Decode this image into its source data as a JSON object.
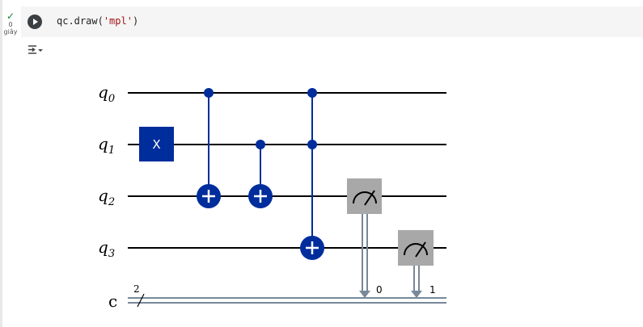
{
  "cell": {
    "status_icon": "check-icon",
    "exec_count": "0",
    "exec_unit": "giây",
    "code": {
      "obj": "qc",
      "method": ".draw(",
      "arg": "'mpl'",
      "close": ")"
    },
    "run_icon": "play-icon",
    "output_toggle_icon": "output-collapse-icon"
  },
  "circuit": {
    "qubit_labels": [
      {
        "base": "q",
        "sub": "0"
      },
      {
        "base": "q",
        "sub": "1"
      },
      {
        "base": "q",
        "sub": "2"
      },
      {
        "base": "q",
        "sub": "3"
      }
    ],
    "classical_label": "c",
    "classical_width": "2",
    "gates": [
      {
        "type": "X",
        "label": "X",
        "target": 1
      },
      {
        "type": "CX",
        "control": 0,
        "target": 2
      },
      {
        "type": "CX",
        "control": 1,
        "target": 2
      },
      {
        "type": "CCX",
        "controls": [
          0,
          1
        ],
        "target": 3
      },
      {
        "type": "measure",
        "qubit": 2,
        "cbit": "0"
      },
      {
        "type": "measure",
        "qubit": 3,
        "cbit": "1"
      }
    ],
    "colors": {
      "gate": "#002d9c",
      "measure": "#a8a8a8",
      "wire": "#000000",
      "classical": "#778899"
    }
  }
}
